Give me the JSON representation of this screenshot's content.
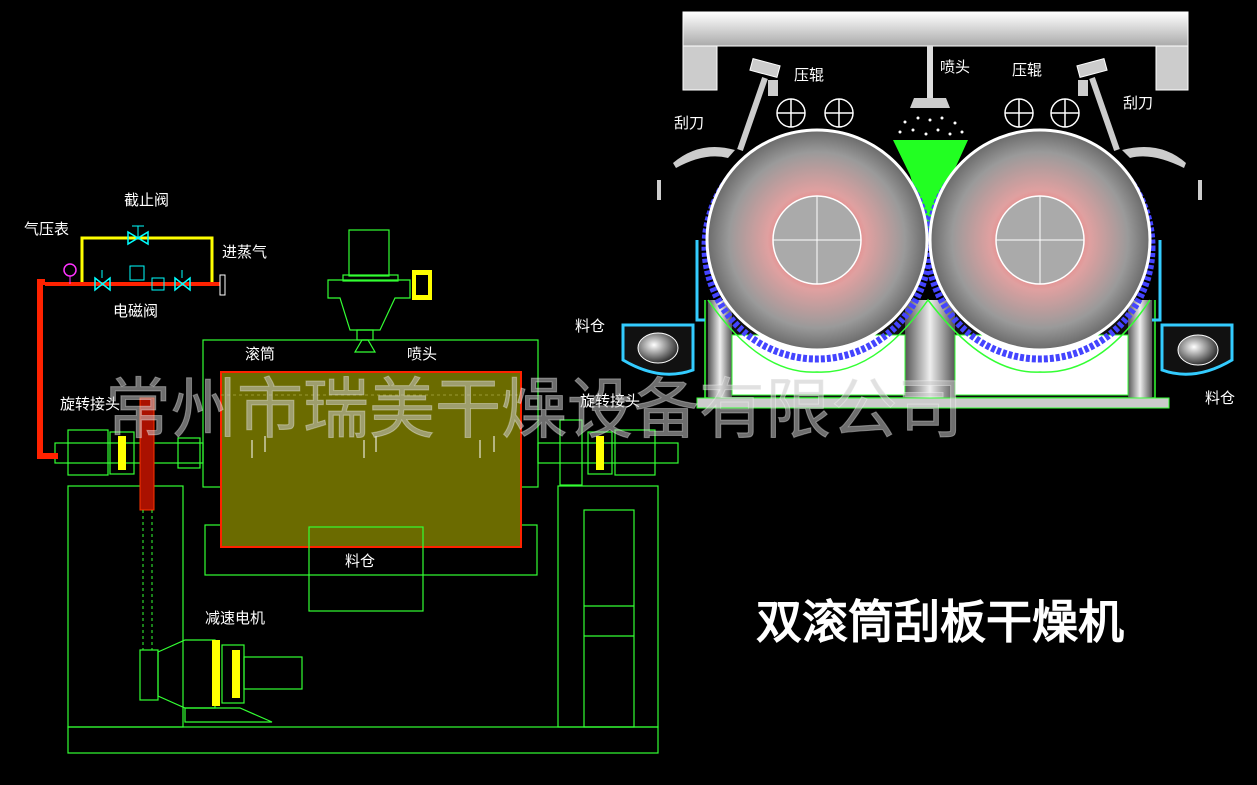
{
  "title": "双滚筒刮板干燥机",
  "watermark": "常州市瑞美干燥设备有限公司",
  "left_labels": {
    "shutoff_valve": "截止阀",
    "pressure_gauge": "气压表",
    "steam_inlet": "进蒸气",
    "solenoid_valve": "电磁阀",
    "drum": "滚筒",
    "nozzle": "喷头",
    "rotary_joint_left": "旋转接头",
    "rotary_joint_right": "旋转接头",
    "hopper": "料仓",
    "gear_motor": "减速电机"
  },
  "right_labels": {
    "nozzle": "喷头",
    "press_roll_left": "压辊",
    "press_roll_right": "压辊",
    "scraper_left": "刮刀",
    "scraper_right": "刮刀",
    "hopper_left": "料仓",
    "hopper_right": "料仓"
  },
  "colors": {
    "outline": "#33ff33",
    "drum_fill": "#6b6b00",
    "steam_pipe": "#ff2200",
    "accent_yellow": "#ffff00",
    "slurry": "#22ff22",
    "hopper_blue": "#33ccff"
  }
}
